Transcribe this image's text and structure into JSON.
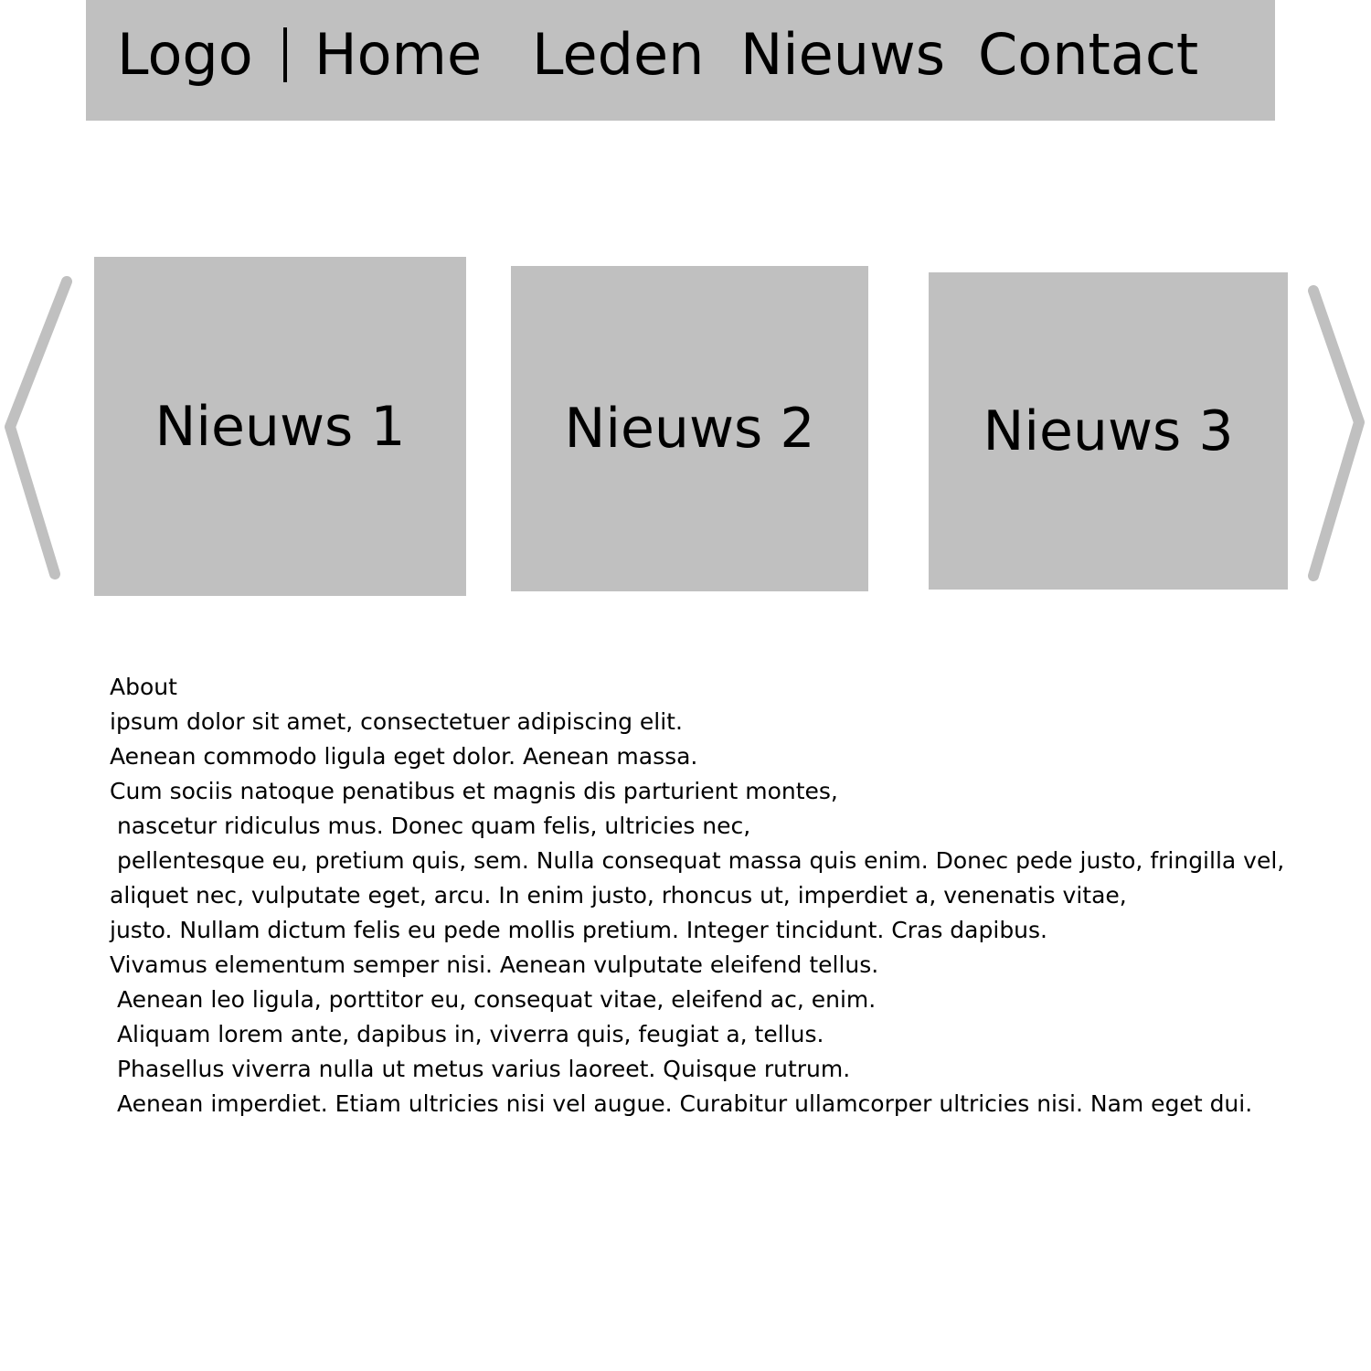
{
  "nav": {
    "logo": "Logo",
    "items": [
      "Home",
      "Leden",
      "Nieuws",
      "Contact"
    ]
  },
  "carousel": {
    "prev_icon": "chevron-left-icon",
    "next_icon": "chevron-right-icon",
    "cards": [
      "Nieuws 1",
      "Nieuws 2",
      "Nieuws 3"
    ]
  },
  "about": {
    "heading": "About",
    "lines": [
      "ipsum dolor sit amet, consectetuer adipiscing elit.",
      "Aenean commodo ligula eget dolor. Aenean massa.",
      "Cum sociis natoque penatibus et magnis dis parturient montes,",
      " nascetur ridiculus mus. Donec quam felis, ultricies nec,",
      " pellentesque eu, pretium quis, sem. Nulla consequat massa quis enim. Donec pede justo, fringilla vel,",
      "aliquet nec, vulputate eget, arcu. In enim justo, rhoncus ut, imperdiet a, venenatis vitae,",
      "justo. Nullam dictum felis eu pede mollis pretium. Integer tincidunt. Cras dapibus.",
      "Vivamus elementum semper nisi. Aenean vulputate eleifend tellus.",
      " Aenean leo ligula, porttitor eu, consequat vitae, eleifend ac, enim.",
      " Aliquam lorem ante, dapibus in, viverra quis, feugiat a, tellus.",
      " Phasellus viverra nulla ut metus varius laoreet. Quisque rutrum.",
      " Aenean imperdiet. Etiam ultricies nisi vel augue. Curabitur ullamcorper ultricies nisi. Nam eget dui."
    ]
  },
  "colors": {
    "block_gray": "#c0c0c0",
    "text": "#000000",
    "background": "#ffffff"
  }
}
